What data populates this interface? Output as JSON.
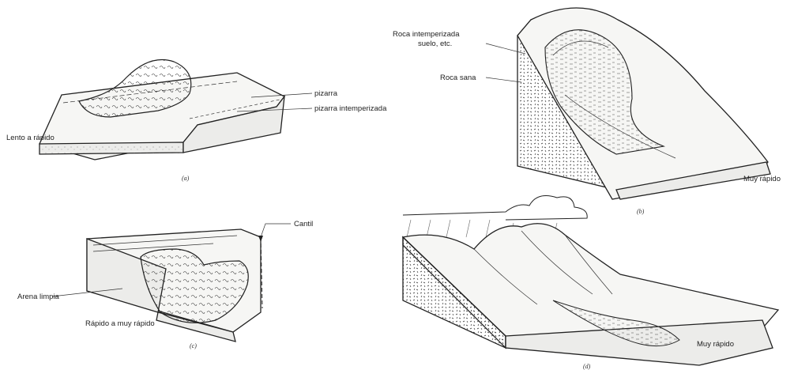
{
  "panels": {
    "a": {
      "caption": "(a)",
      "speed": "Lento a rápido",
      "labels": {
        "pizarra": "pizarra",
        "pizarra_int": "pizarra intemperizada"
      }
    },
    "b": {
      "caption": "(b)",
      "speed": "Muy rápido",
      "labels": {
        "roca_int_1": "Roca intemperizada",
        "roca_int_2": "suelo, etc.",
        "roca_sana": "Roca sana"
      }
    },
    "c": {
      "caption": "(c)",
      "speed": "Rápido a muy rápido",
      "labels": {
        "cantil": "Cantil",
        "arena": "Arena limpia"
      }
    },
    "d": {
      "caption": "(d)",
      "speed": "Muy rápido"
    }
  }
}
